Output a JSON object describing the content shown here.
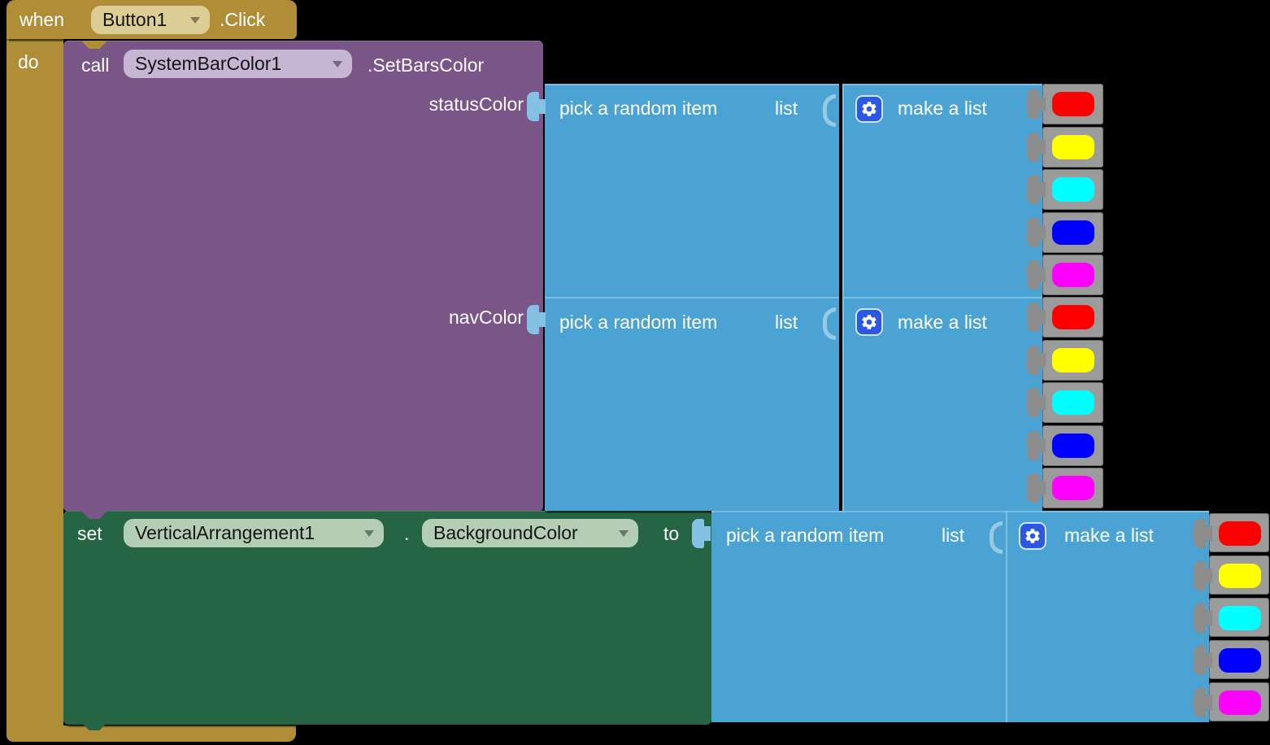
{
  "palette": {
    "event_gold": "#b08e38",
    "event_gold_field": "#dccd96",
    "call_purple": "#7a5588",
    "call_purple_field": "#c7b6d3",
    "list_blue": "#4ba3d4",
    "set_green": "#266544",
    "set_green_field": "#b4cdb5",
    "color_block_gray": "#9b9b9b",
    "gear_blue": "#2b57e2"
  },
  "event_block": {
    "keyword": "when",
    "component": "Button1",
    "event": ".Click",
    "do_label": "do"
  },
  "call_block": {
    "keyword": "call",
    "component": "SystemBarColor1",
    "method": ".SetBarsColor",
    "params": [
      {
        "name": "statusColor"
      },
      {
        "name": "navColor"
      }
    ]
  },
  "set_block": {
    "keyword": "set",
    "component": "VerticalArrangement1",
    "separator": ".",
    "property": "BackgroundColor",
    "to_label": "to"
  },
  "pick_random_block": {
    "label": "pick a random item",
    "socket_label": "list"
  },
  "make_list_block": {
    "label": "make a list",
    "icon": "gear-icon"
  },
  "color_lists": {
    "statusColor": [
      "#ff0000",
      "#ffff00",
      "#00ffff",
      "#0000ff",
      "#ff00ff"
    ],
    "navColor": [
      "#ff0000",
      "#ffff00",
      "#00ffff",
      "#0000ff",
      "#ff00ff"
    ],
    "background": [
      "#ff0000",
      "#ffff00",
      "#00ffff",
      "#0000ff",
      "#ff00ff"
    ]
  }
}
